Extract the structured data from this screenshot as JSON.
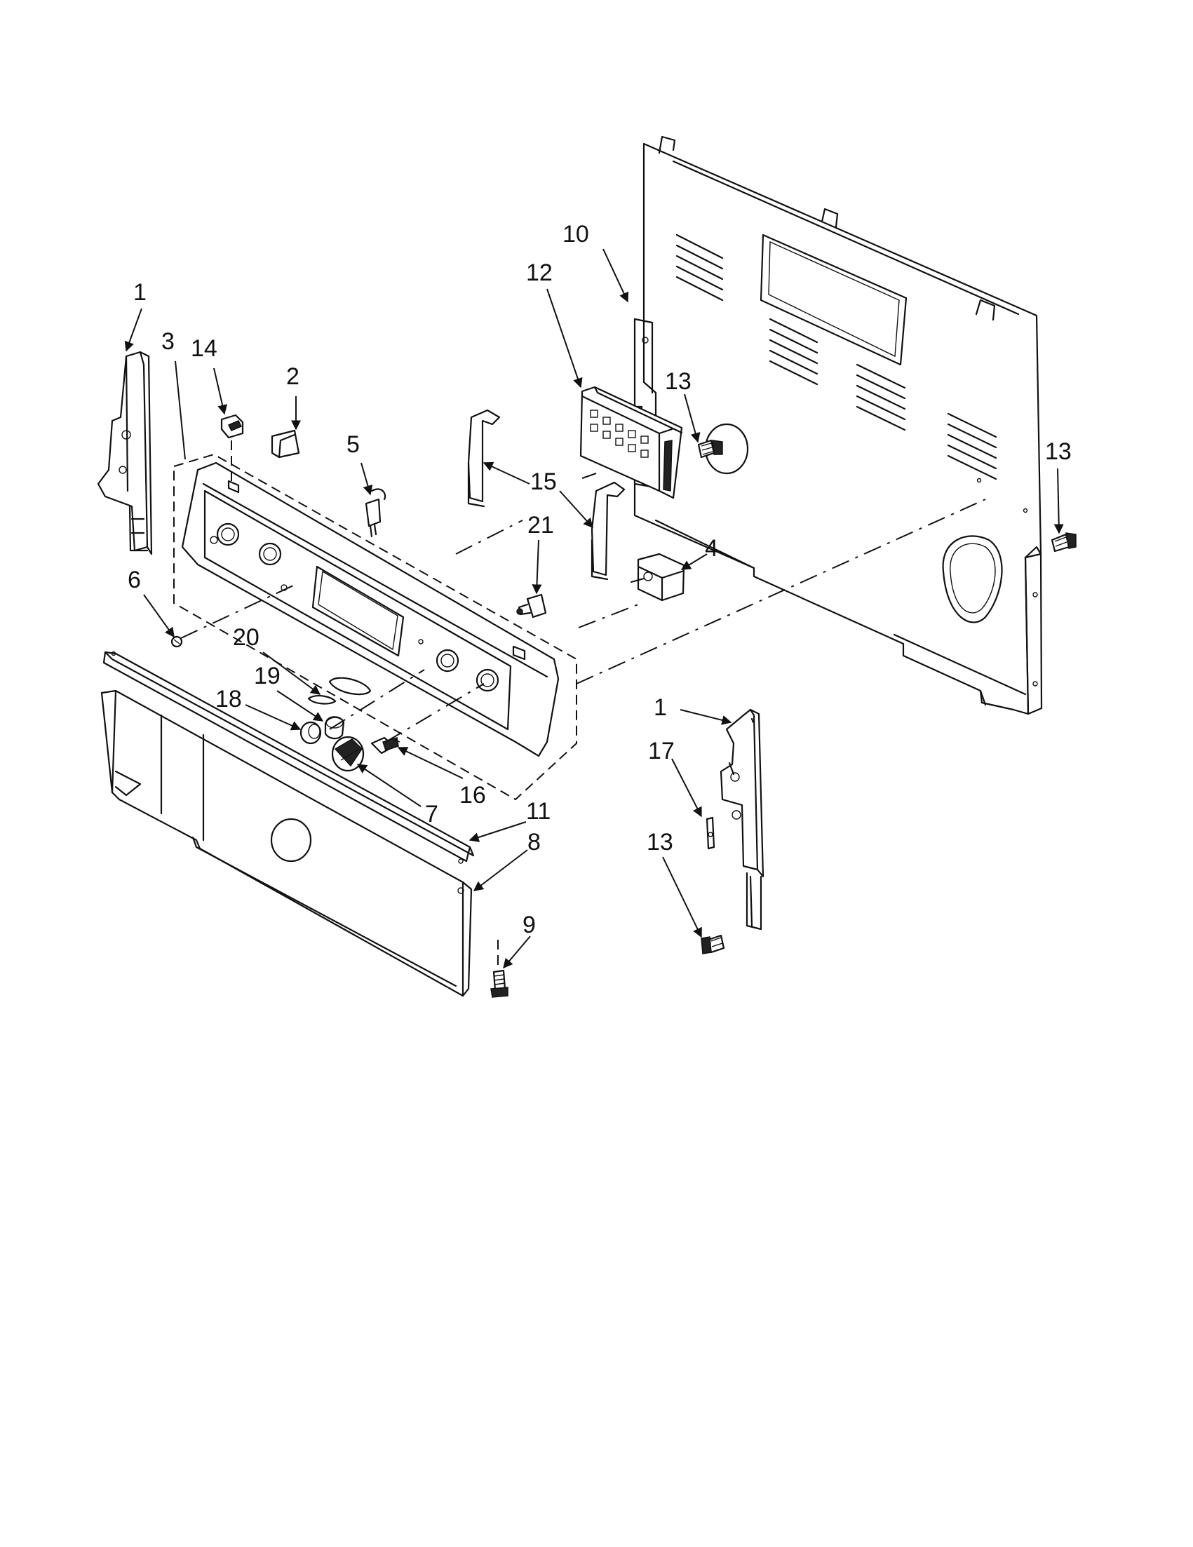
{
  "callouts": [
    "1",
    "2",
    "3",
    "4",
    "5",
    "6",
    "7",
    "8",
    "9",
    "10",
    "11",
    "12",
    "13",
    "14",
    "15",
    "16",
    "17",
    "18",
    "19",
    "20",
    "21"
  ],
  "repeated": {
    "label_1": "1",
    "label_13": "13"
  },
  "colors": {
    "line": "#111111",
    "background": "#ffffff"
  }
}
